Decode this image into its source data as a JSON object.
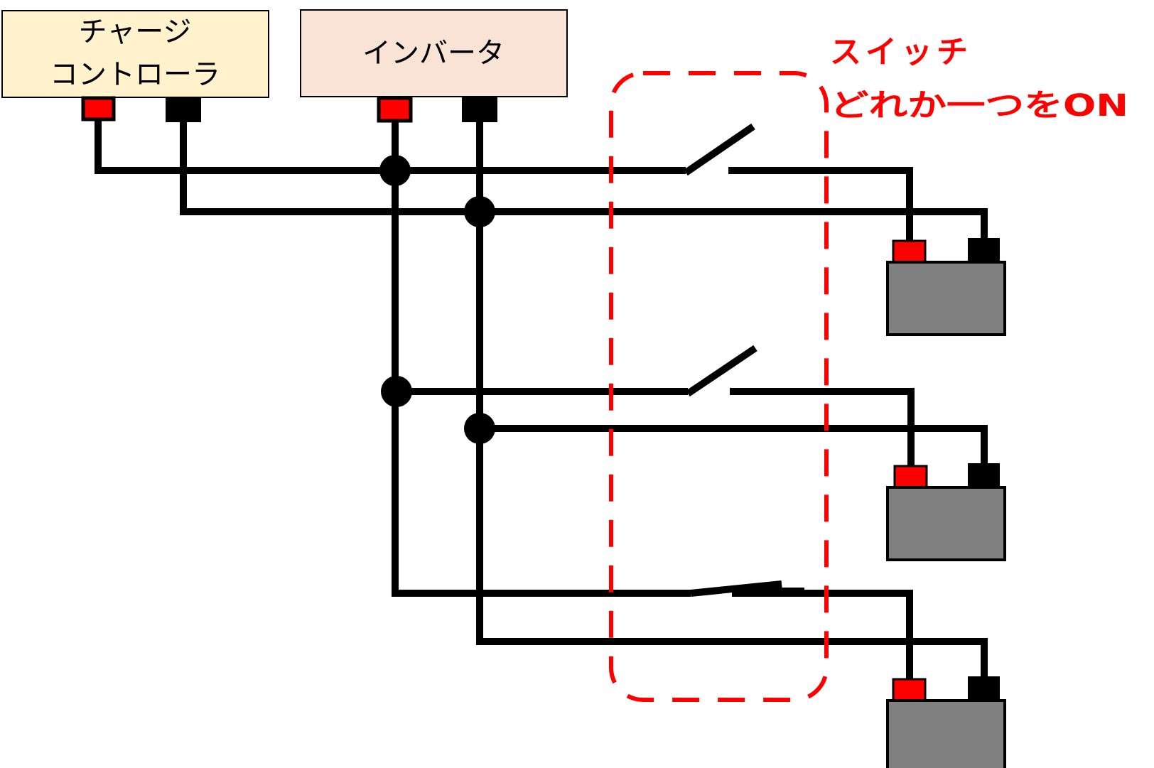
{
  "colors": {
    "wire": "#000000",
    "positive_terminal": "#ff0000",
    "negative_terminal": "#000000",
    "charge_controller_fill": "#fff2cc",
    "inverter_fill": "#f9e3d6",
    "battery_fill": "#808080",
    "switch_region": "#ff0000",
    "annotation": "#ff0000"
  },
  "charge_controller": {
    "label_line1": "チャージ",
    "label_line2": "コントローラ"
  },
  "inverter": {
    "label": "インバータ"
  },
  "switch_region": {
    "label_line1": "スイッチ",
    "label_line2": "どれか一つをON"
  },
  "switches": [
    {
      "state": "open"
    },
    {
      "state": "open"
    },
    {
      "state": "closed"
    }
  ],
  "batteries": [
    {
      "positive": "red",
      "negative": "black"
    },
    {
      "positive": "red",
      "negative": "black"
    },
    {
      "positive": "red",
      "negative": "black"
    }
  ]
}
